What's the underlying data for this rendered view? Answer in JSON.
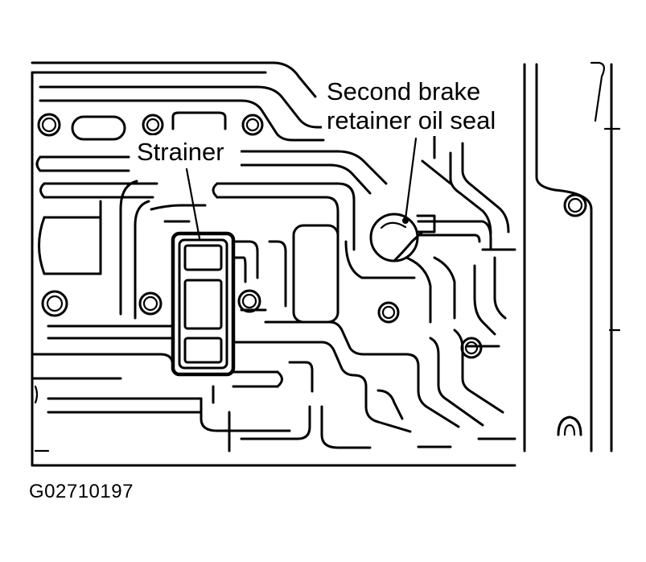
{
  "labels": {
    "strainer": "Strainer",
    "oil_seal_line1": "Second brake",
    "oil_seal_line2": "retainer oil seal"
  },
  "figure_id": "G02710197"
}
